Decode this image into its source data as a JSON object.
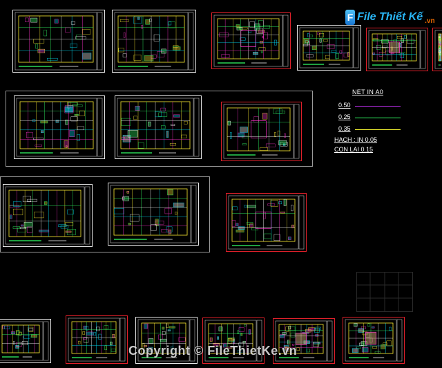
{
  "logo": {
    "mark": "F",
    "text": "File Thiết Kế",
    "suffix": ".vn"
  },
  "legend": {
    "title": "NET IN A0",
    "rows": [
      {
        "value": "0.50",
        "color": "#cc33ff"
      },
      {
        "value": "0.25",
        "color": "#33ff66"
      },
      {
        "value": "0.35",
        "color": "#ffff33"
      }
    ],
    "hatch_note": "HACH : IN 0.05",
    "rest_note": "CON LAI 0.15"
  },
  "watermark": "Copyright © FileThietKe.vn",
  "colors": {
    "background": "#000000",
    "frame_white": "#e6e6e6",
    "frame_red": "#e0202a",
    "cad_cyan": "#00e5ff",
    "cad_magenta": "#ff33cc",
    "cad_yellow": "#ffee33",
    "cad_green": "#33ff66"
  }
}
